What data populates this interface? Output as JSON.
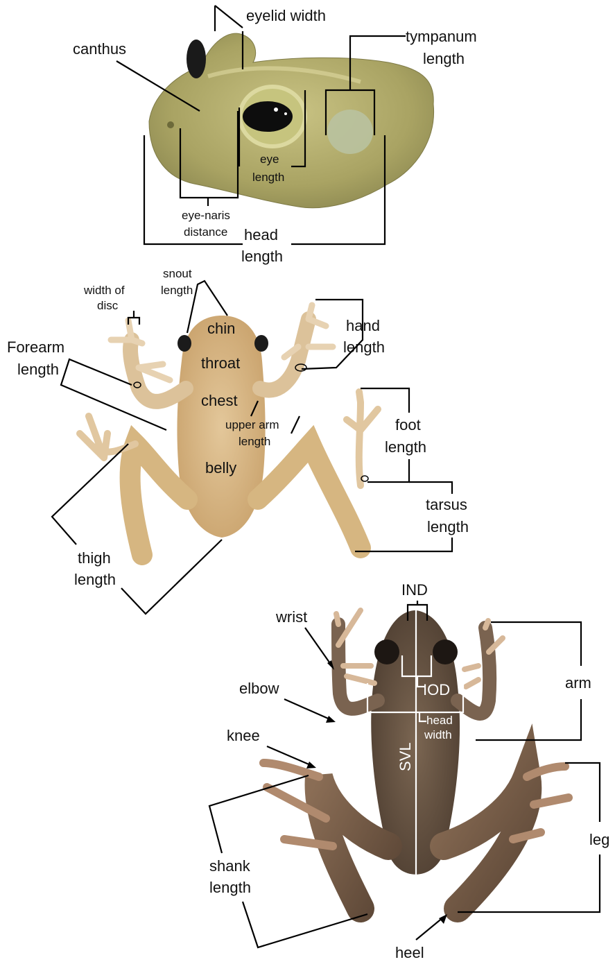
{
  "panel_head": {
    "labels": {
      "eyelid_width": "eyelid width",
      "canthus": "canthus",
      "tympanum_length_1": "tympanum",
      "tympanum_length_2": "length",
      "eye_length_1": "eye",
      "eye_length_2": "length",
      "eye_naris_1": "eye-naris",
      "eye_naris_2": "distance",
      "head_length_1": "head",
      "head_length_2": "length"
    }
  },
  "panel_ventral": {
    "labels": {
      "snout_length_1": "snout",
      "snout_length_2": "length",
      "width_of_disc_1": "width of",
      "width_of_disc_2": "disc",
      "forearm_length_1": "Forearm",
      "forearm_length_2": "length",
      "hand_length_1": "hand",
      "hand_length_2": "length",
      "chin": "chin",
      "throat": "throat",
      "chest": "chest",
      "belly": "belly",
      "upper_arm_1": "upper arm",
      "upper_arm_2": "length",
      "foot_length_1": "foot",
      "foot_length_2": "length",
      "tarsus_length_1": "tarsus",
      "tarsus_length_2": "length",
      "thigh_length_1": "thigh",
      "thigh_length_2": "length"
    }
  },
  "panel_dorsal": {
    "labels": {
      "ind": "IND",
      "wrist": "wrist",
      "iod": "IOD",
      "elbow": "elbow",
      "arm": "arm",
      "head_width_1": "head",
      "head_width_2": "width",
      "knee": "knee",
      "svl": "SVL",
      "leg": "leg",
      "shank_length_1": "shank",
      "shank_length_2": "length",
      "heel": "heel"
    }
  },
  "colors": {
    "head_skin": "#b7b170",
    "ventral_skin": "#d9b98a",
    "dorsal_skin": "#6e5846"
  }
}
